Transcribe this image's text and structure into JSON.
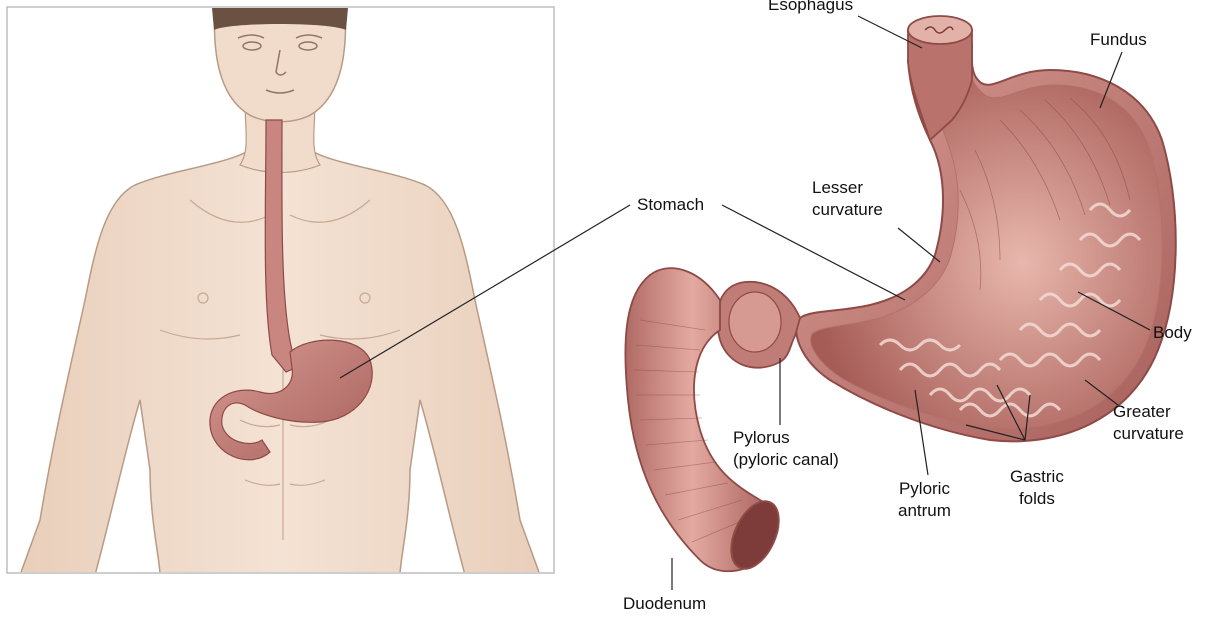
{
  "labels": {
    "esophagus": "Esophagus",
    "fundus": "Fundus",
    "stomach": "Stomach",
    "lesser_curvature": [
      "Lesser",
      "curvature"
    ],
    "body": "Body",
    "greater_curvature": [
      "Greater",
      "curvature"
    ],
    "pylorus": [
      "Pylorus",
      "(pyloric canal)"
    ],
    "pyloric_antrum": [
      "Pyloric",
      "antrum"
    ],
    "gastric_folds": [
      "Gastric",
      "folds"
    ],
    "duodenum": "Duodenum"
  },
  "colors": {
    "skin": "#f1dccb",
    "skin_outline": "#b89a86",
    "organ": "#c98580",
    "organ_dark": "#8e4a47",
    "mucosa": "#d9a39c",
    "fold": "#f0d6d0",
    "line": "#222222"
  }
}
